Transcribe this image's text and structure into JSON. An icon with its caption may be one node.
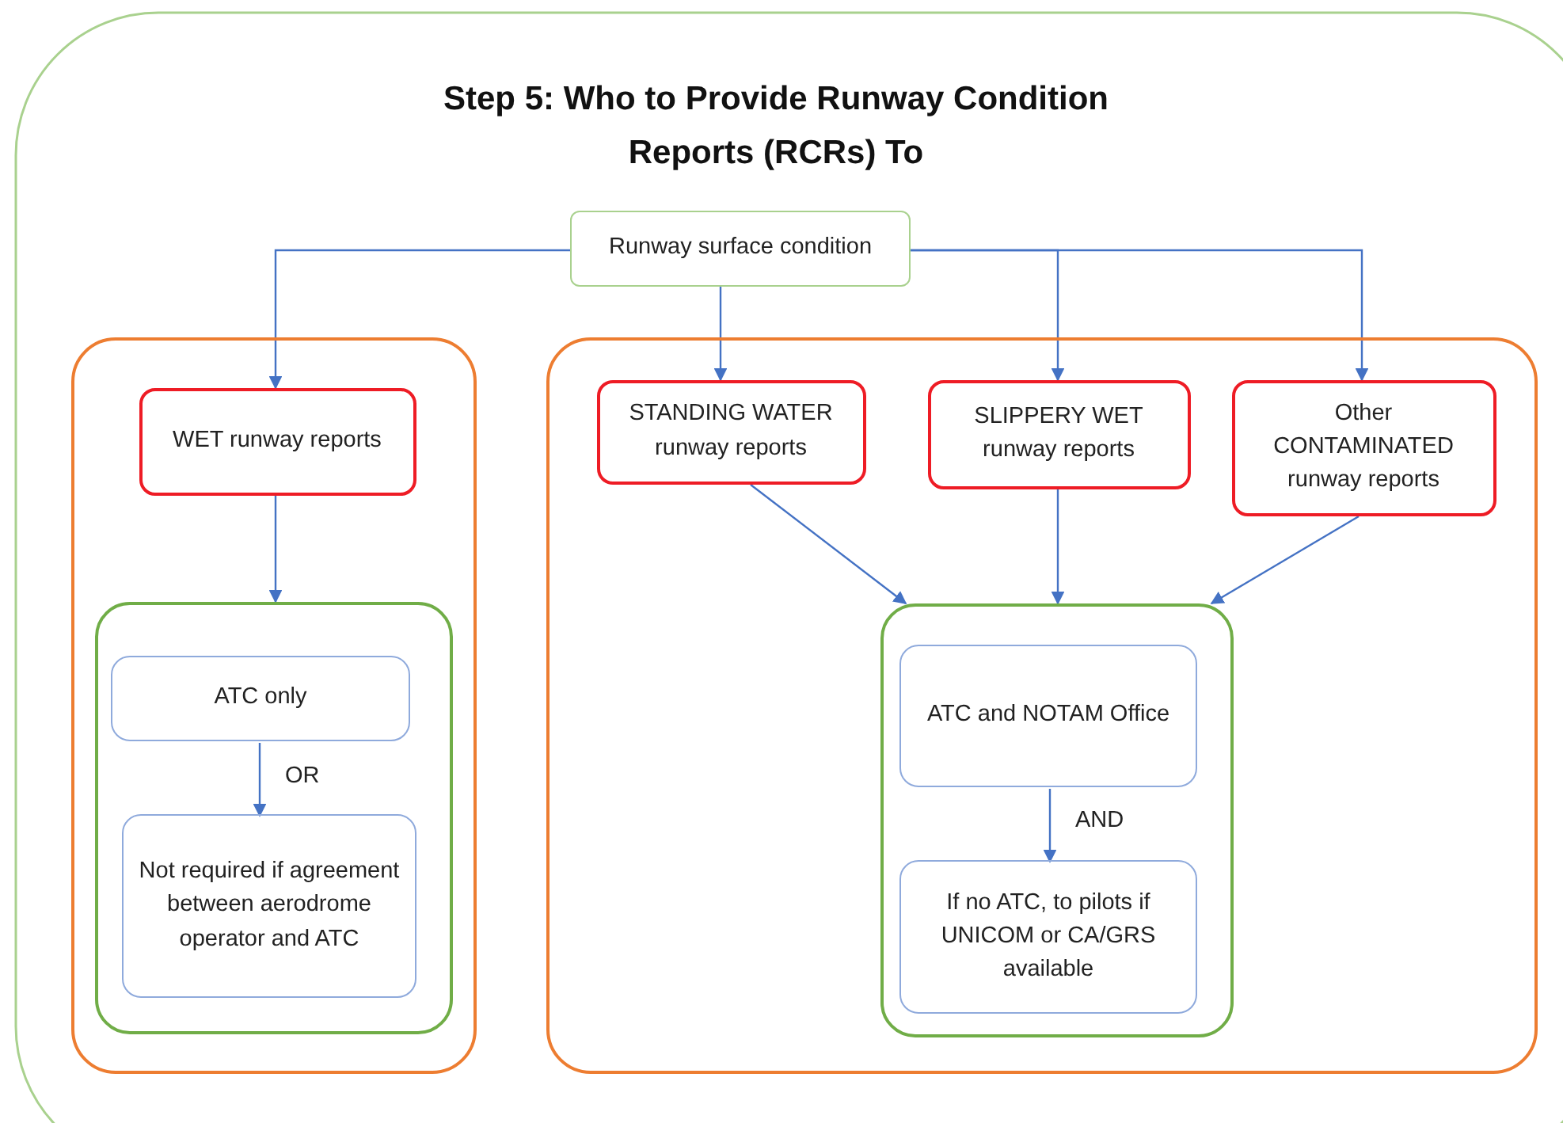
{
  "diagram": {
    "title": "Step 5: Who to Provide Runway Condition Reports (RCRs) To",
    "nodes": [
      {
        "text": [
          "Runway surface condition"
        ]
      },
      {
        "text": [],
        "shape": "box"
      },
      {
        "text": [
          "WET runway reports"
        ],
        "in": 1
      },
      {
        "text": [],
        "shape": "box",
        "in": 1
      },
      {
        "text": [
          "ATC only"
        ],
        "in": 3
      },
      {
        "text": [
          "Not required if agreement between aerodrome operator and ATC"
        ],
        "in": 3
      },
      {
        "text": [],
        "shape": "box"
      },
      {
        "text": [
          "STANDING WATER runway reports"
        ],
        "in": 6
      },
      {
        "text": [
          "SLIPPERY WET runway reports"
        ],
        "in": 6
      },
      {
        "text": [
          "Other CONTAMINATED runway reports"
        ],
        "in": 6
      },
      {
        "text": [],
        "shape": "box",
        "in": 6
      },
      {
        "text": [
          "ATC and NOTAM Office"
        ],
        "in": 10
      },
      {
        "text": [
          "If no ATC, to pilots if UNICOM or CA/GRS available"
        ],
        "in": 10
      }
    ],
    "edges": [
      {
        "from": 0,
        "to": 2,
        "arrow": "to"
      },
      {
        "from": 0,
        "to": 7,
        "arrow": "to"
      },
      {
        "from": 0,
        "to": 8,
        "arrow": "to"
      },
      {
        "from": 0,
        "to": 9,
        "arrow": "to"
      },
      {
        "from": 2,
        "to": 3,
        "arrow": "to"
      },
      {
        "from": 4,
        "to": 5,
        "arrow": "to",
        "label": "OR"
      },
      {
        "from": 7,
        "to": 10,
        "arrow": "to"
      },
      {
        "from": 8,
        "to": 10,
        "arrow": "to"
      },
      {
        "from": 9,
        "to": 10,
        "arrow": "to"
      },
      {
        "from": 11,
        "to": 12,
        "arrow": "to",
        "label": "AND"
      }
    ]
  }
}
